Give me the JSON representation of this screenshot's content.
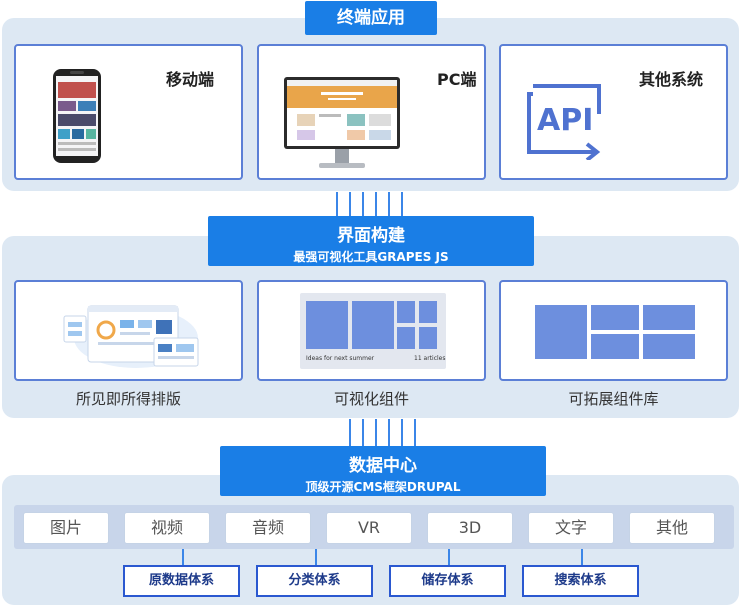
{
  "terminal": {
    "title": "终端应用",
    "cards": [
      {
        "title": "移动端",
        "icon": "mobile-phone-icon"
      },
      {
        "title": "PC端",
        "icon": "desktop-monitor-icon"
      },
      {
        "title": "其他系统",
        "icon": "api-icon",
        "icon_text": "API"
      }
    ]
  },
  "interface": {
    "title": "界面构建",
    "subtitle": "最强可视化工具GRAPES JS",
    "cards": [
      {
        "caption": "所见即所得排版",
        "icon": "layout-editor-illustration"
      },
      {
        "caption": "可视化组件",
        "icon": "visual-components-illustration",
        "inner_left": "Ideas for next summer",
        "inner_right": "11 articles"
      },
      {
        "caption": "可拓展组件库",
        "icon": "component-library-illustration"
      }
    ]
  },
  "data_center": {
    "title": "数据中心",
    "subtitle": "顶级开源CMS框架DRUPAL",
    "media_types": [
      "图片",
      "视频",
      "音频",
      "VR",
      "3D",
      "文字",
      "其他"
    ],
    "systems": [
      "原数据体系",
      "分类体系",
      "储存体系",
      "搜索体系"
    ]
  },
  "colors": {
    "band": "#dde8f3",
    "header": "#1a7ee6",
    "card_border": "#5b7fd6",
    "system_border": "#2a58d0"
  }
}
